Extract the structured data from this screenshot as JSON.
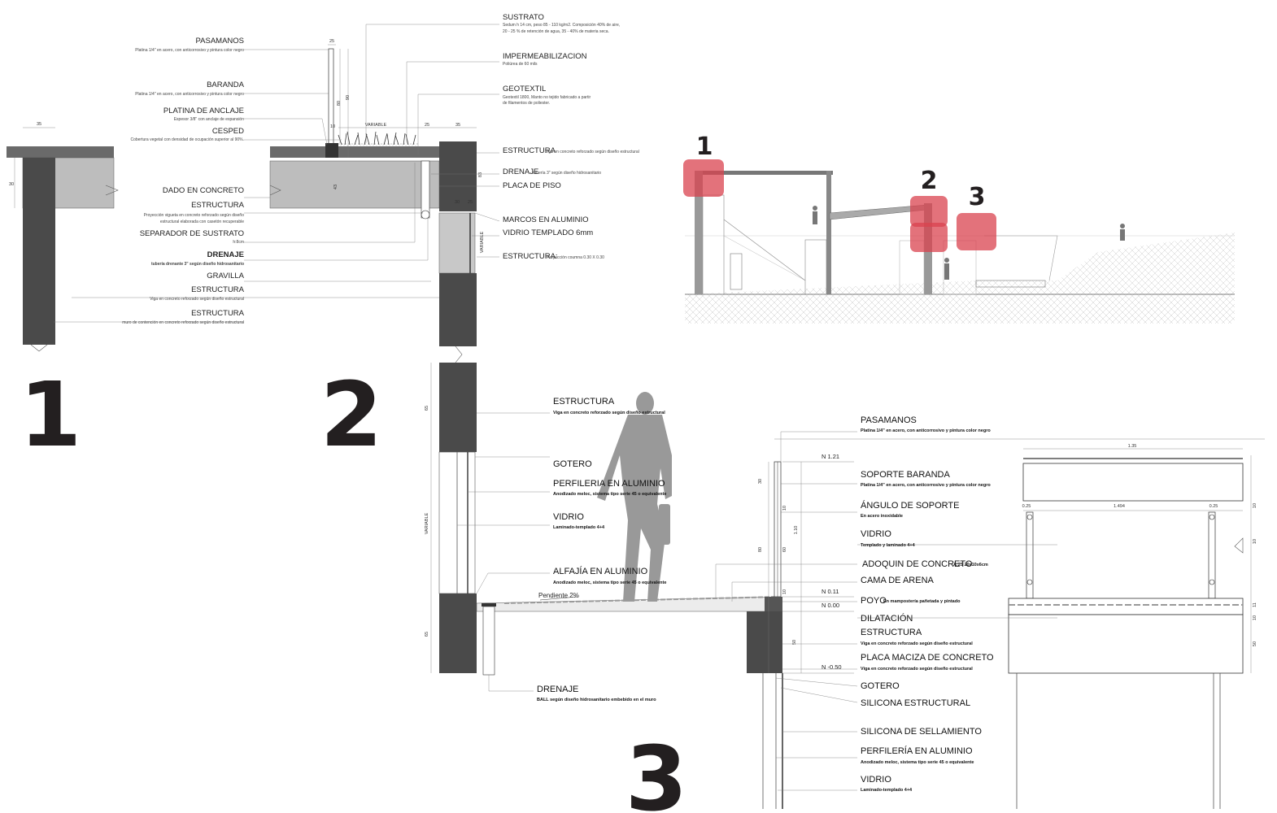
{
  "detail_1_2": {
    "pasamanos": {
      "title": "PASAMANOS",
      "desc": "Platina 1/4\" en acero, con anticorrosivo y pintura color negro"
    },
    "baranda": {
      "title": "BARANDA",
      "desc": "Platina 1/4\" en acero, con anticorrosivo y pintura color negro"
    },
    "platina": {
      "title": "PLATINA DE ANCLAJE",
      "desc": "Espesor 3/8\" con anclaje de expansión"
    },
    "cesped": {
      "title": "CESPED",
      "desc": "Cobertura vegetal con densidad de ocupación superior al 90%."
    },
    "dado": {
      "title": "DADO EN CONCRETO"
    },
    "estructura1": {
      "title": "ESTRUCTURA",
      "desc1": "Proyección vigueta en concreto reforzado según diseño",
      "desc2": "estructural elaborada con casetón recuperable"
    },
    "separador": {
      "title": "SEPARADOR DE SUSTRATO",
      "desc": "h:8cm"
    },
    "drenaje": {
      "title": "DRENAJE",
      "desc": "tubería drenante 3\" según diseño hidrosanitario"
    },
    "gravilla": {
      "title": "GRAVILLA"
    },
    "estructura2": {
      "title": "ESTRUCTURA",
      "desc": "Viga en concreto reforzado según diseño estructural"
    },
    "estructura3": {
      "title": "ESTRUCTURA",
      "desc": "muro de contención en concreto reforzado según diseño estructural"
    },
    "sustrato": {
      "title": "SUSTRATO",
      "desc1": "Sedum h 14 cm, peso 85 - 110 kg/m2. Composición 40% de aire,",
      "desc2": "20 - 25 % de retención de agua, 35 - 40% de materia seca."
    },
    "impermeabilizacion": {
      "title": "IMPERMEABILIZACION",
      "desc": "Poliúrea de 60 mils"
    },
    "geotextil": {
      "title": "GEOTEXTIL",
      "desc1": "Geotextil 1800, Manto no tejido fabricado a partir",
      "desc2": "de filamentos de poliester."
    },
    "estructura_r": {
      "title": "ESTRUCTURA",
      "desc": "Viga en concreto reforzado según diseño estructural"
    },
    "drenaje_r": {
      "title": "DRENAJE",
      "desc": "tubería 3\" según diseño hidrosanitario"
    },
    "placa": {
      "title": "PLACA DE PISO"
    },
    "marcos": {
      "title": "MARCOS EN ALUMINIO"
    },
    "vidrio": {
      "title": "VIDRIO TEMPLADO 6mm"
    },
    "estructura_col": {
      "title": "ESTRUCTURA:",
      "desc": "Proyección coumna 0.30 X 0.30"
    },
    "dims": {
      "d35a": "35",
      "d25a": "25",
      "d10": "10",
      "d80": "80",
      "d90": "90",
      "variable": "VARIABLE",
      "d25b": "25",
      "d35b": "35",
      "d30": "30",
      "d83": "83",
      "d30b": "30",
      "d25c": "25",
      "d43": "43"
    }
  },
  "detail_3_left": {
    "estructura": {
      "title": "ESTRUCTURA",
      "desc": "Viga en concreto reforzado según diseño estructural"
    },
    "gotero": {
      "title": "GOTERO"
    },
    "perfileria": {
      "title": "PERFILERIA EN ALUMINIO",
      "desc": "Anodizado meloc, sistema tipo serie 45 o equivalente"
    },
    "vidrio": {
      "title": "VIDRIO",
      "desc": "Laminado-templado 4+4"
    },
    "alfajia": {
      "title": "ALFAJÍA EN ALUMINIO",
      "desc": "Anodizado meloc, sistema tipo serie 45 o equivalente"
    },
    "pendiente": "Pendiente 2%",
    "drenaje": {
      "title": "DRENAJE",
      "desc": "BALL según diseño hidrosanitario embebido en  el muro"
    },
    "dims": {
      "d65a": "65",
      "variable": "VARIABLE",
      "d65b": "65"
    }
  },
  "detail_3_right": {
    "pasamanos": {
      "title": "PASAMANOS",
      "desc": "Platina 1/4\" en acero, con anticorrosivo y pintura color negro"
    },
    "soporte": {
      "title": "SOPORTE BARANDA",
      "desc": "Platina 1/4\" en acero, con anticorrosivo y pintura color negro"
    },
    "angulo": {
      "title": "ÁNGULO DE SOPORTE",
      "desc": "En acero inoxidable"
    },
    "vidrio": {
      "title": "VIDRIO",
      "desc": "Templado y laminado 4+4"
    },
    "adoquin": {
      "title": "ADOQUIN DE CONCRETO",
      "desc": "A:25 20x10x6cm"
    },
    "cama": {
      "title": "CAMA DE ARENA"
    },
    "poyo": {
      "title": "POYO",
      "desc": "En mampostería pañetada y pintado"
    },
    "dilatacion": {
      "title": "DILATACIÓN"
    },
    "estructura": {
      "title": "ESTRUCTURA",
      "desc": "Viga en concreto reforzado según diseño estructural"
    },
    "placa": {
      "title": "PLACA MACIZA DE CONCRETO",
      "desc": "Viga en concreto reforzado según diseño estructural"
    },
    "gotero": {
      "title": "GOTERO"
    },
    "silicona_e": {
      "title": "SILICONA ESTRUCTURAL"
    },
    "silicona_s": {
      "title": "SILICONA DE SELLAMIENTO"
    },
    "perfileria": {
      "title": "PERFILERÍA EN ALUMINIO",
      "desc": "Anodizado meloc, sistema tipo serie 45 o equivalente"
    },
    "vidrio2": {
      "title": "VIDRIO",
      "desc": "Laminado-templado 4+4"
    },
    "levels": {
      "n121": "N 1.21",
      "n011": "N 0.11",
      "n000": "N 0.00",
      "n050": "N -0.50"
    },
    "dims": {
      "d30": "30",
      "d10a": "10",
      "d110": "1.10",
      "d80": "80",
      "d60": "60",
      "d10b": "10",
      "d50": "50",
      "d135": "1.35",
      "d1494": "1.494",
      "d025a": "0.25",
      "d025b": "0.25",
      "d10c": "10",
      "d10d": "10",
      "d11": "11",
      "d10e": "10",
      "d50b": "50"
    }
  },
  "section": {
    "n1": "1",
    "n2": "2",
    "n3": "3"
  },
  "big_numbers": {
    "one": "1",
    "two": "2",
    "three": "3"
  },
  "colors": {
    "concrete_dark": "#4a4a4a",
    "concrete_light": "#bdbdbd",
    "highlight": "#d9434f"
  }
}
